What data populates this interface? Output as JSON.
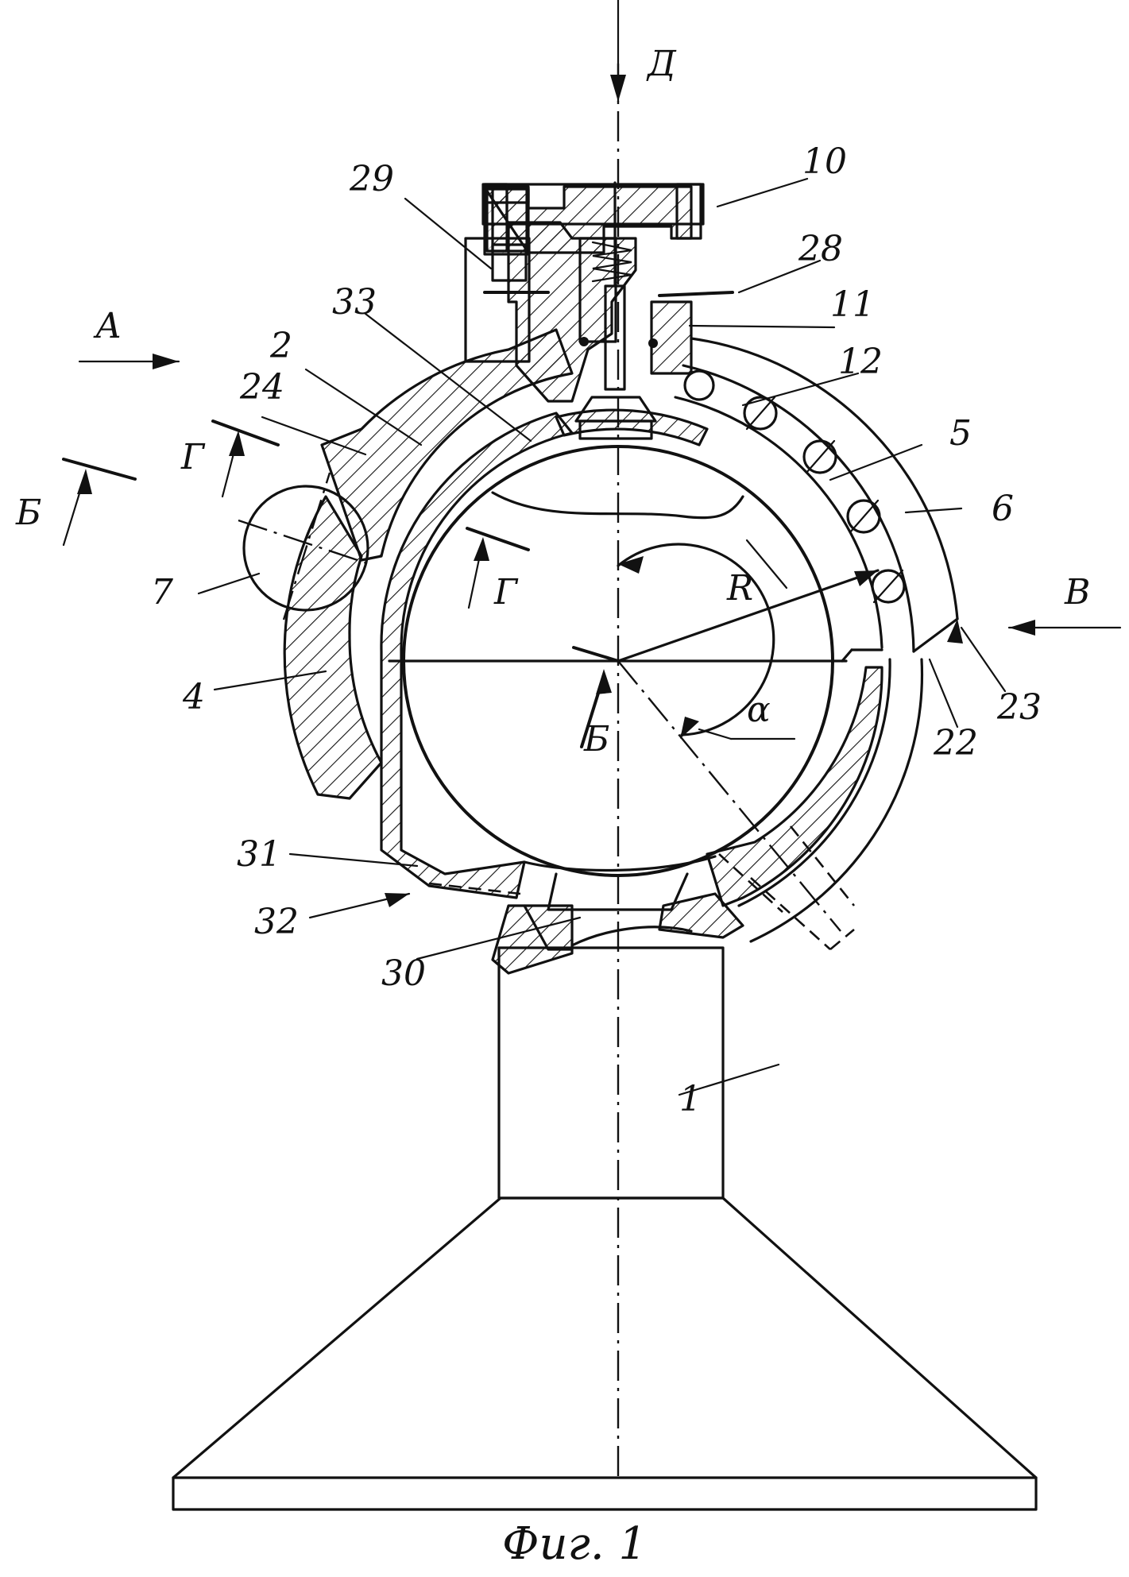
{
  "figure": {
    "caption": "Фиг. 1",
    "labels": {
      "n1": "1",
      "n2": "2",
      "n4": "4",
      "n5": "5",
      "n6": "6",
      "n7": "7",
      "n10": "10",
      "n11": "11",
      "n12": "12",
      "n22": "22",
      "n23": "23",
      "n24": "24",
      "n28": "28",
      "n29": "29",
      "n30": "30",
      "n31": "31",
      "n32": "32",
      "n33": "33",
      "view_A": "А",
      "view_B": "В",
      "view_D": "Д",
      "sec_B1": "Б",
      "sec_B2": "Б",
      "sec_G1": "Г",
      "sec_G2": "Г",
      "radius": "R",
      "angle": "α"
    }
  }
}
